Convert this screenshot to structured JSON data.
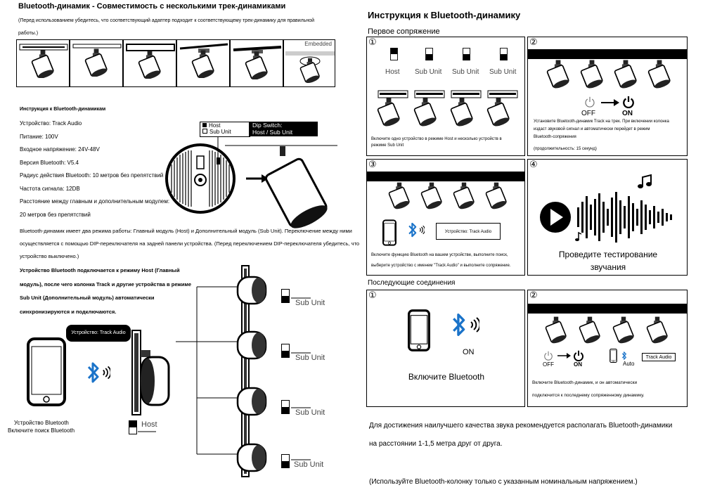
{
  "left": {
    "title": "Bluetooth-динамик - Совместимость с несколькими трек-динамиками",
    "note_line1": "(Перед использованием убедитесь, что соответствующий адаптер подходит к соответствующему трек-динамику для правильной",
    "note_line2": "работы.)",
    "embedded_label": "Embedded",
    "specs_title": "Инструкция к Bluetooth-динамикам",
    "specs": [
      "Устройство: Track Audio",
      "Питание: 100V",
      "Входное напряжение: 24V-48V",
      "Версия Bluetooth: V5.4",
      "Радиус действия Bluetooth: 10 метров без препятствий",
      "Частота сигнала: 12DB",
      "Расстояние между главным и дополнительным модулем:",
      "20 метров без препятствий"
    ],
    "dip_host": "Host",
    "dip_sub": "Sub Unit",
    "dip_switch_line1": "Dip Switch:",
    "dip_switch_line2": "Host / Sub Unit",
    "modes_line1": "Bluetooth-динамик имеет два режима работы: Главный модуль (Host) и Дополнительный модуль (Sub Unit). Переключение между ними",
    "modes_line2": "осуществляется с помощью DIP-переключателя на задней панели устройства. (Перед переключением DIP-переключателя убедитесь, что",
    "modes_line3": "устройство выключено.)",
    "bold_lines": [
      "Устройство Bluetooth подключается к режиму Host (Главный",
      "модуль), после чего колонка Track и другие устройства в режиме",
      "Sub Unit (Дополнительный модуль) автоматически",
      "синхронизируются и подключаются."
    ],
    "bubble": "Устройство: Track Audio",
    "phone_caption1": "Устройство Bluetooth",
    "phone_caption2": "Включите поиск Bluetooth",
    "host_label": "Host",
    "sub_labels": [
      "Sub Unit",
      "Sub Unit",
      "Sub Unit",
      "Sub Unit"
    ]
  },
  "right": {
    "title": "Инструкция к Bluetooth-динамику",
    "first_pairing": "Первое сопряжение",
    "later_connections": "Последующие соединения",
    "step_numbers": [
      "①",
      "②",
      "③",
      "④"
    ],
    "p1_labels": [
      "Host",
      "Sub Unit",
      "Sub Unit",
      "Sub Unit"
    ],
    "p1_caption1": "Включите одно устройство в режиме Host и несколько устройств в",
    "p1_caption2": "режиме Sub Unit",
    "p2_off": "OFF",
    "p2_on": "ON",
    "p2_caption1": "Установите Bluetooth-динамик Track на трек. При включении колонка",
    "p2_caption2": "издаст звуковой сигнал и автоматически перейдет в режим",
    "p2_caption3": "Bluetooth-сопряжения",
    "p2_caption4": "(продолжительность: 15 секунд)",
    "p3_device": "Устройство: Track Audio",
    "p3_caption1": "Включите функцию Bluetooth на вашем устройстве, выполните поиск,",
    "p3_caption2": "выберите устройство с именем \"Track Audio\" и выполните сопряжение.",
    "p4_caption1": "Проведите тестирование",
    "p4_caption2": "звучания",
    "p5_on": "ON",
    "p5_caption": "Включите Bluetooth",
    "p6_off": "OFF",
    "p6_on": "ON",
    "p6_auto": "Auto",
    "p6_track": "Track Audio",
    "p6_caption1": "Включите Bluetooth-динамик, и он автоматически",
    "p6_caption2": "подключится к последнему сопряженному динамику.",
    "footer1": "Для достижения наилучшего качества звука рекомендуется располагать Bluetooth-динамики",
    "footer2": "на расстоянии 1-1,5 метра друг от друга.",
    "footer3": "(Используйте Bluetooth-колонку только с указанным номинальным напряжением.)"
  }
}
